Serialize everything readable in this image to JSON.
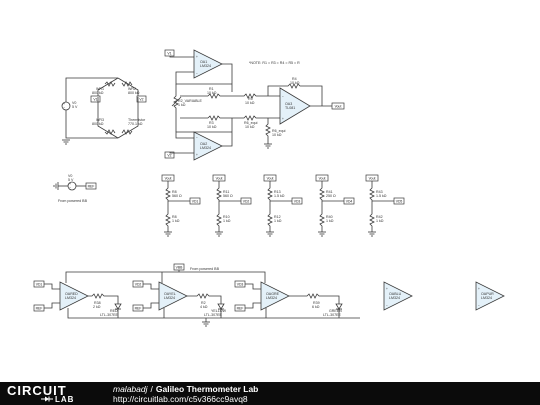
{
  "footer": {
    "logo_main": "CIRCUIT",
    "logo_sub": "LAB",
    "author": "malabadj",
    "separator": "/",
    "circuit_name": "Galileo Thermometer Lab",
    "url": "http://circuitlab.com/c5v366cc9avq8"
  },
  "bridge": {
    "v1_name": "V0",
    "v1_value": "5 V",
    "wr1_name": "WR1",
    "wr1_value": "800 kΩ",
    "wr2_name": "WR2",
    "wr2_value": "800 kΩ",
    "wr3_name": "WR3",
    "wr3_value": "800 kΩ",
    "therm_name": "Thermistor",
    "therm_value": "770.1 kΩ",
    "node_v1": "V1",
    "node_v2": "V2"
  },
  "amp": {
    "oa1_name": "OA1",
    "oa1_part": "LM324",
    "oa2_name": "OA2",
    "oa2_part": "LM324",
    "oa3_name": "OA3",
    "oa3_part": "TL081",
    "r1_name": "R1",
    "r1_value": "10 kΩ",
    "r2_name": "R2_VARIABLE",
    "r2_value": "1 kΩ",
    "r3_name": "R3",
    "r3_value": "10 kΩ",
    "r4_name": "R4",
    "r4_value": "10 kΩ",
    "r5_name": "R5",
    "r5_value": "10 kΩ",
    "r6_name": "R6_equi",
    "r6_value": "10 kΩ",
    "r7_name": "R6_equi",
    "r7_value": "10 kΩ",
    "note": "*NOTE: R1 = R3 = R4 = R5 = R",
    "out_label": "Vout",
    "in_v1": "V1",
    "in_v2": "V2"
  },
  "vref": {
    "name": "V0",
    "value": "5 V",
    "node": "REF",
    "caption": "From powered BB"
  },
  "dividers": [
    {
      "top": "Vout",
      "ra_name": "R8",
      "ra_value": "560 Ω",
      "rb_name": "R8",
      "rb_value": "1 kΩ",
      "tap": "VD1"
    },
    {
      "top": "Vout",
      "ra_name": "R11",
      "ra_value": "560 Ω",
      "rb_name": "R10",
      "rb_value": "1 kΩ",
      "tap": "VD2"
    },
    {
      "top": "Vout",
      "ra_name": "R13",
      "ra_value": "1.5 kΩ",
      "rb_name": "R12",
      "rb_value": "1 kΩ",
      "tap": "VD3"
    },
    {
      "top": "Vout",
      "ra_name": "R41",
      "ra_value": "250 Ω",
      "rb_name": "R40",
      "rb_value": "1 kΩ",
      "tap": "VD4"
    },
    {
      "top": "Vout",
      "ra_name": "R43",
      "ra_value": "1.5 kΩ",
      "rb_name": "R42",
      "rb_value": "1 kΩ",
      "tap": "VD5"
    }
  ],
  "comparators": {
    "supply_tag": "VBB",
    "supply_caption": "From powered BB",
    "stages": [
      {
        "in": "VD1",
        "ref": "REF",
        "name": "OARED",
        "part": "LM324",
        "r_name": "R38",
        "r_value": "2 kΩ",
        "led_name": "RED",
        "led_part": "LTL-307EE"
      },
      {
        "in": "VD2",
        "ref": "REF",
        "name": "OAYEL",
        "part": "LM324",
        "r_name": "R2",
        "r_value": "4 kΩ",
        "led_name": "YELLOW",
        "led_part": "LTL-307EE"
      },
      {
        "in": "VD3",
        "ref": "REF",
        "name": "OAGRE",
        "part": "LM324",
        "r_name": "R39",
        "r_value": "6 kΩ",
        "led_name": "GREEN",
        "led_part": "LTL-307EE"
      }
    ],
    "blu_name": "OABLU",
    "blu_part": "LM324",
    "pur_name": "OAPUR",
    "pur_part": "LM324"
  },
  "colors": {
    "wire": "#3a3a3a",
    "opamp_fill": "#e4f1f9",
    "footer_bg": "#0b0b0b"
  }
}
